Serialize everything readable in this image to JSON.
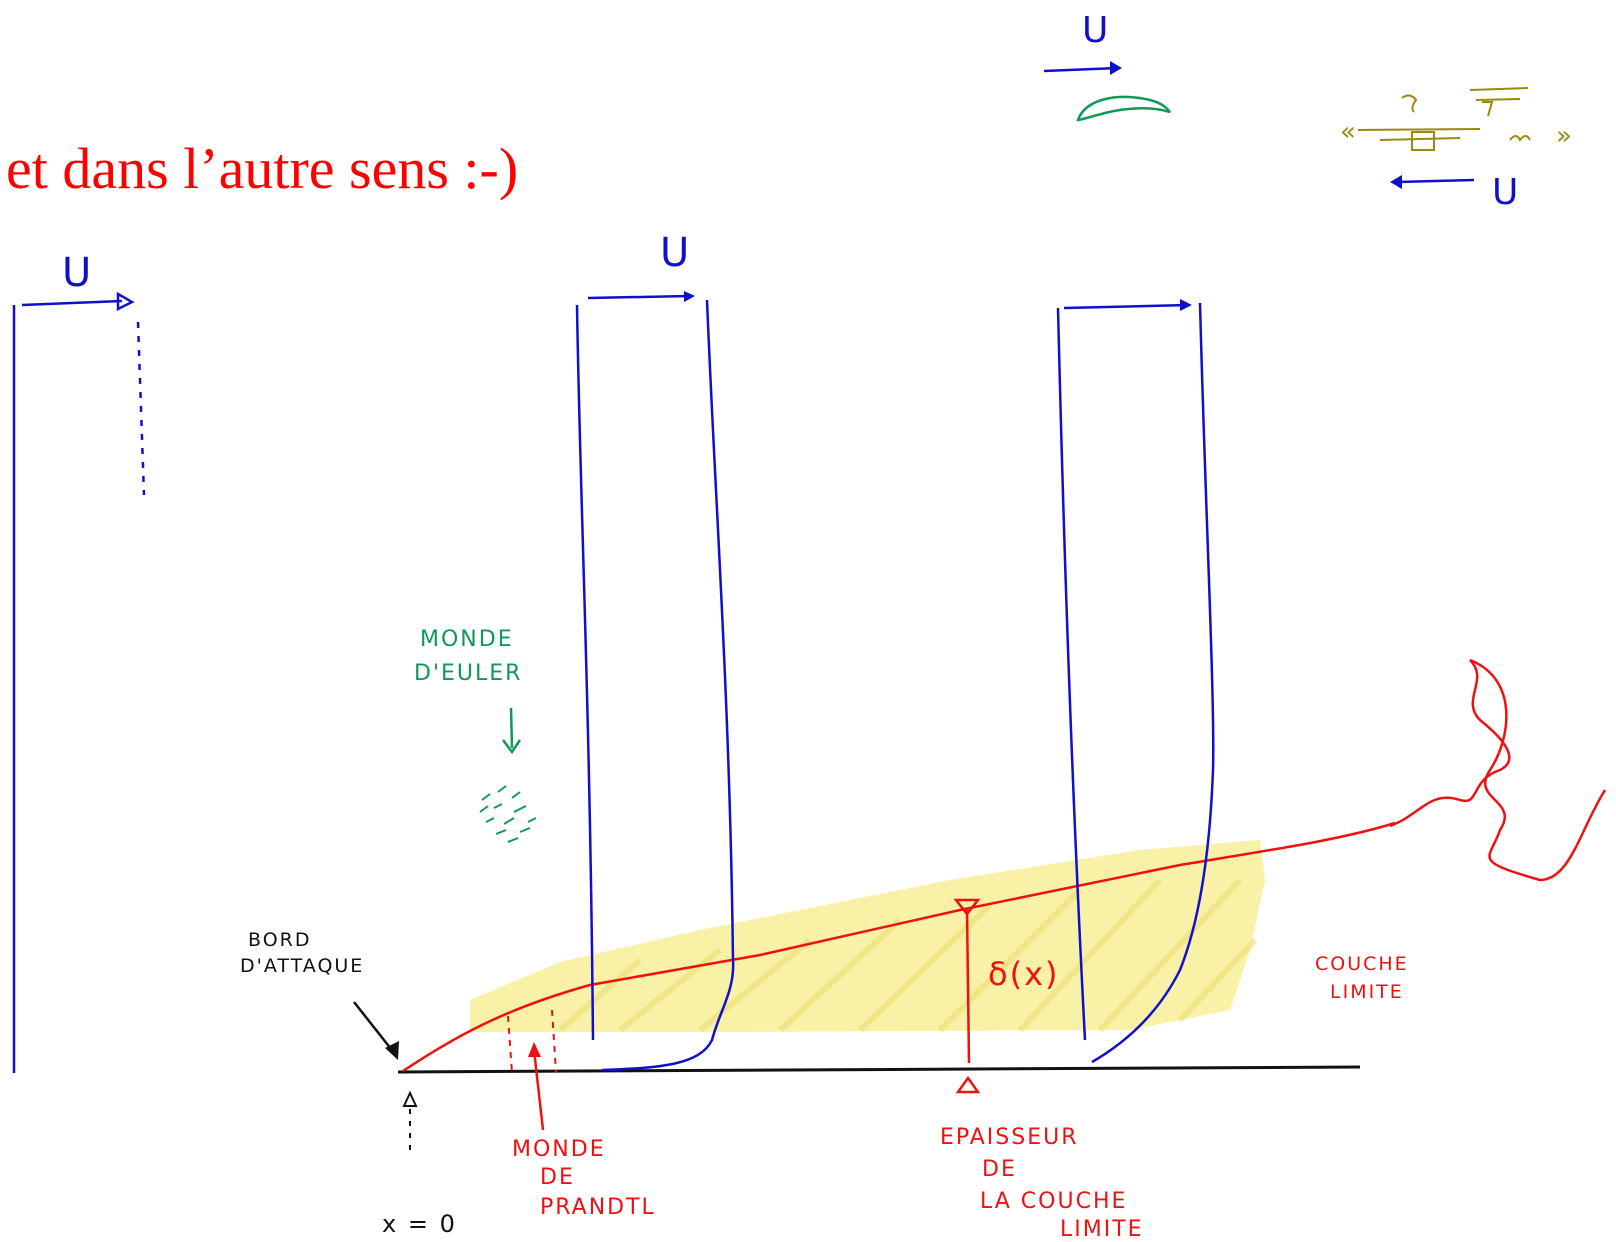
{
  "title": "et dans l’autre sens :-)",
  "labels": {
    "u_free_stream": "U",
    "u_profile_1": "U",
    "u_top_inset": "U",
    "u_bottom_inset": "U",
    "monde_euler_line1": "MONDE",
    "monde_euler_line2": "D'EULER",
    "bord_attaque_line1": "BORD",
    "bord_attaque_line2": "D'ATTAQUE",
    "x_zero": "x = 0",
    "monde_prandtl_line1": "MONDE",
    "monde_prandtl_line2": "DE",
    "monde_prandtl_line3": "PRANDTL",
    "delta": "δ(x)",
    "epaisseur_line1": "EPAISSEUR",
    "epaisseur_line2": "DE",
    "epaisseur_line3": "LA  COUCHE",
    "epaisseur_line4": "LIMITE",
    "couche_limite_line1": "COUCHE",
    "couche_limite_line2": "LIMITE",
    "olive_quote_open": "«",
    "olive_quote_close": "»"
  },
  "colors": {
    "title": "#ff0000",
    "blue_ink": "#1010cc",
    "red_ink": "#ee1111",
    "green_ink": "#119955",
    "black_ink": "#111111",
    "olive_ink": "#9a8a10",
    "highlight": "#f7ef9c"
  }
}
